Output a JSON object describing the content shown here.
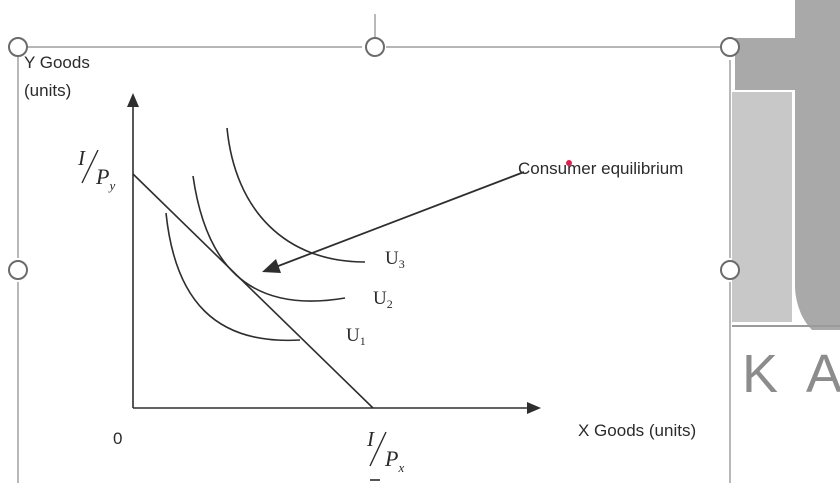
{
  "diagram": {
    "y_axis_label": {
      "line1": "Y Goods",
      "line2": "(units)"
    },
    "x_axis_label": "X Goods (units)",
    "origin_label": "0",
    "budget_y_intercept": {
      "numerator": "I",
      "denominator": "P",
      "subscript": "y"
    },
    "budget_x_intercept": {
      "numerator": "I",
      "denominator": "P",
      "subscript": "x"
    },
    "equilibrium_annotation": "Consumer equilibrium",
    "indifference_curves": [
      {
        "base": "U",
        "subscript": "1"
      },
      {
        "base": "U",
        "subscript": "2"
      },
      {
        "base": "U",
        "subscript": "3"
      }
    ]
  },
  "logo": {
    "letter": "t",
    "wordmark": "K A",
    "color": "#a9a9a9"
  },
  "colors": {
    "annotation_dot": "#e0204a",
    "line": "#2e2e2e",
    "frame": "#8a8a8a"
  },
  "icons": [
    "resize-handle-icon"
  ]
}
